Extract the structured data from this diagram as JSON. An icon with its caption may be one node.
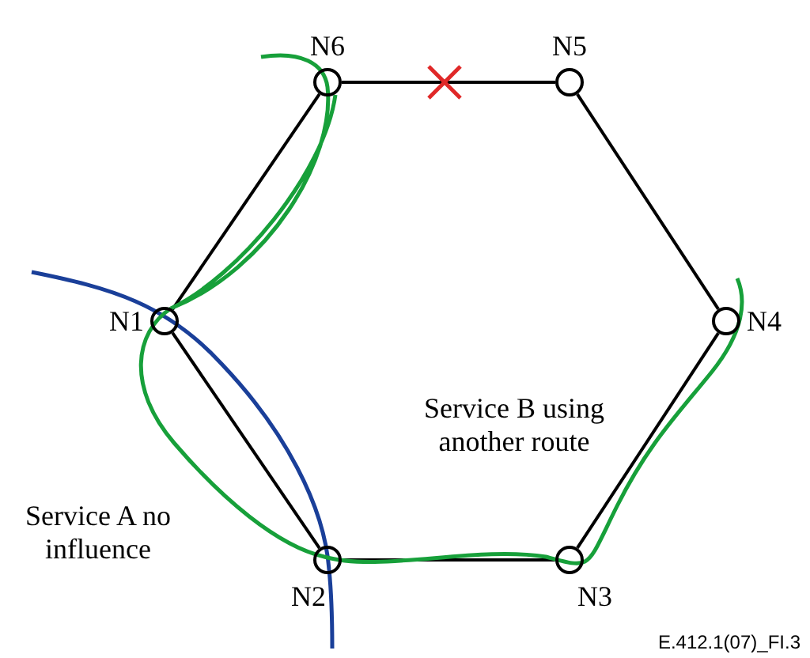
{
  "diagram": {
    "nodes": [
      {
        "text": [
          "N6"
        ]
      },
      {
        "text": [
          "N5"
        ]
      },
      {
        "text": [
          "N4"
        ]
      },
      {
        "text": [
          "N3"
        ]
      },
      {
        "text": [
          "N2"
        ]
      },
      {
        "text": [
          "N1"
        ]
      }
    ],
    "edges": [
      {
        "from": 0,
        "to": 1,
        "arrow": "none"
      },
      {
        "from": 1,
        "to": 2,
        "arrow": "none"
      },
      {
        "from": 2,
        "to": 3,
        "arrow": "none"
      },
      {
        "from": 3,
        "to": 4,
        "arrow": "none"
      },
      {
        "from": 4,
        "to": 5,
        "arrow": "none"
      },
      {
        "from": 5,
        "to": 0,
        "arrow": "none"
      }
    ],
    "labels": [
      "Service B using another route",
      "Service A no influence",
      "E.412.1(07)_FI.3"
    ]
  }
}
